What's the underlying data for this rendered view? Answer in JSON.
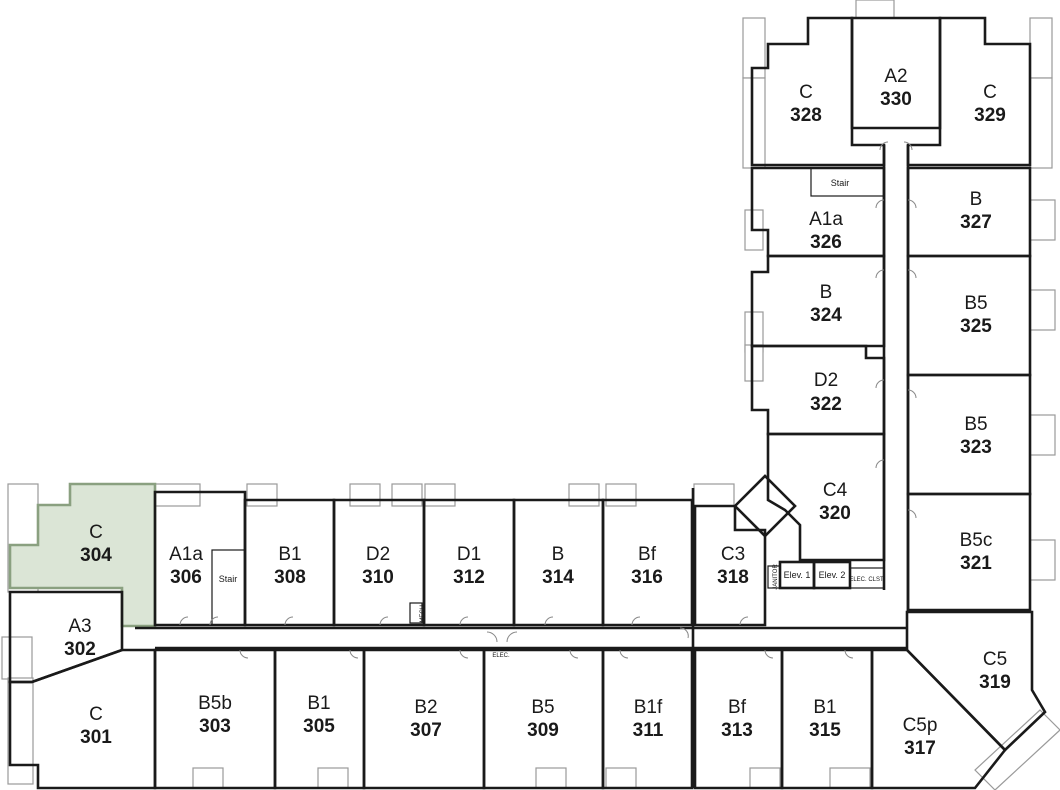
{
  "highlight_color": "#dbe5d6",
  "rooms": {
    "r301": {
      "type": "C",
      "number": "301"
    },
    "r302": {
      "type": "A3",
      "number": "302"
    },
    "r303": {
      "type": "B5b",
      "number": "303"
    },
    "r304": {
      "type": "C",
      "number": "304",
      "selected": true
    },
    "r305": {
      "type": "B1",
      "number": "305"
    },
    "r306": {
      "type": "A1a",
      "number": "306"
    },
    "r307": {
      "type": "B2",
      "number": "307"
    },
    "r308": {
      "type": "B1",
      "number": "308"
    },
    "r309": {
      "type": "B5",
      "number": "309"
    },
    "r310": {
      "type": "D2",
      "number": "310"
    },
    "r311": {
      "type": "B1f",
      "number": "311"
    },
    "r312": {
      "type": "D1",
      "number": "312"
    },
    "r313": {
      "type": "Bf",
      "number": "313"
    },
    "r314": {
      "type": "B",
      "number": "314"
    },
    "r315": {
      "type": "B1",
      "number": "315"
    },
    "r316": {
      "type": "Bf",
      "number": "316"
    },
    "r317": {
      "type": "C5p",
      "number": "317"
    },
    "r318": {
      "type": "C3",
      "number": "318"
    },
    "r319": {
      "type": "C5",
      "number": "319"
    },
    "r320": {
      "type": "C4",
      "number": "320"
    },
    "r321": {
      "type": "B5c",
      "number": "321"
    },
    "r322": {
      "type": "D2",
      "number": "322"
    },
    "r323": {
      "type": "B5",
      "number": "323"
    },
    "r324": {
      "type": "B",
      "number": "324"
    },
    "r325": {
      "type": "B5",
      "number": "325"
    },
    "r326": {
      "type": "A1a",
      "number": "326"
    },
    "r327": {
      "type": "B",
      "number": "327"
    },
    "r328": {
      "type": "C",
      "number": "328"
    },
    "r329": {
      "type": "C",
      "number": "329"
    },
    "r330": {
      "type": "A2",
      "number": "330"
    }
  },
  "labels": {
    "stair_306": "Stair",
    "stair_326": "Stair",
    "elev_1": "Elev. 1",
    "elev_2": "Elev. 2",
    "elec_clst": "ELEC. CLST.",
    "elec_corridor": "ELEC.",
    "mech": "MECH.",
    "janitor": "JANITOR"
  }
}
